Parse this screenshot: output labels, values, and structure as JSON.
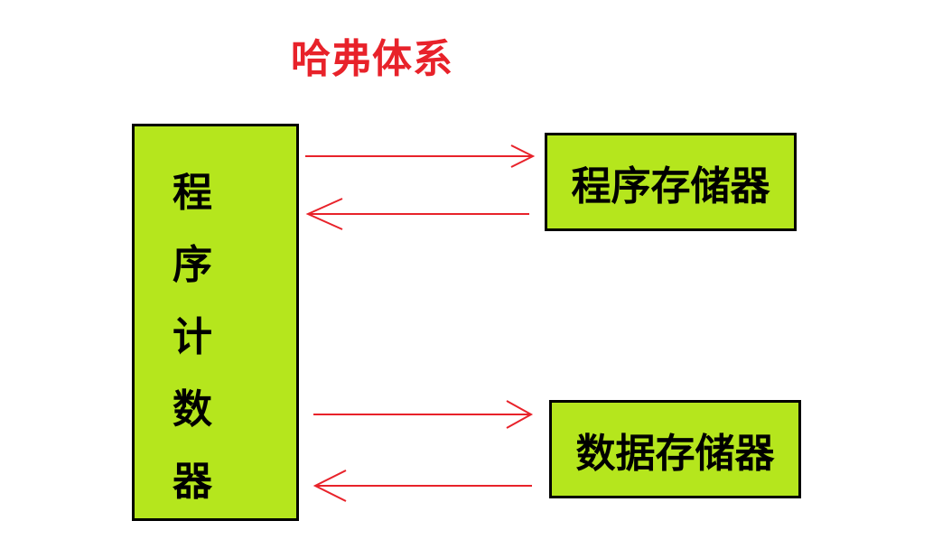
{
  "title": "哈弗体系",
  "program_counter": {
    "label": "程序计数器"
  },
  "program_memory": {
    "label": "程序存储器"
  },
  "data_memory": {
    "label": "数据存储器"
  },
  "colors": {
    "title": "#e8222a",
    "box_fill": "#b5e61d",
    "box_border": "#000000",
    "arrow": "#e8222a"
  }
}
